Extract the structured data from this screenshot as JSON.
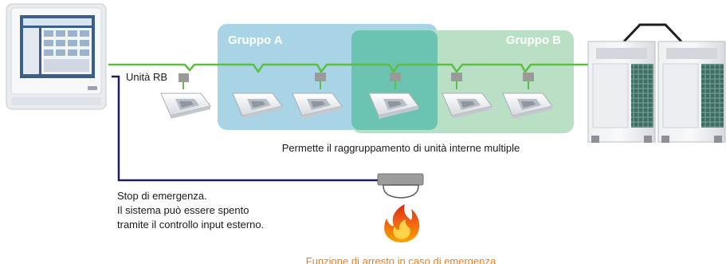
{
  "labels": {
    "rb_unit": "Unità RB",
    "group_a": "Gruppo A",
    "group_b": "Gruppo B",
    "grouping_caption": "Permette il raggruppamento di unità interne multiple",
    "emergency_lines": [
      "Stop di emergenza.",
      "Il sistema può essere spento",
      "tramite il controllo input esterno."
    ],
    "emergency_function": "Funzione di arresto in caso di emergenza"
  },
  "colors": {
    "pipe_green": "#5cbf3f",
    "signal_navy": "#1b1f5e",
    "group_a_fill": "#a8d4e6",
    "group_b_fill": "#b9e0c5",
    "group_overlap_fill": "#6cc3b0",
    "group_label": "#ffffff",
    "emergency_text": "#f07a1a"
  },
  "components": {
    "touch_panel": "central-controller-icon",
    "outdoor_units": "outdoor-unit-icon",
    "indoor_units": "cassette-unit-icon",
    "emergency_device": "emergency-sensor-icon",
    "fire": "flame-icon"
  }
}
